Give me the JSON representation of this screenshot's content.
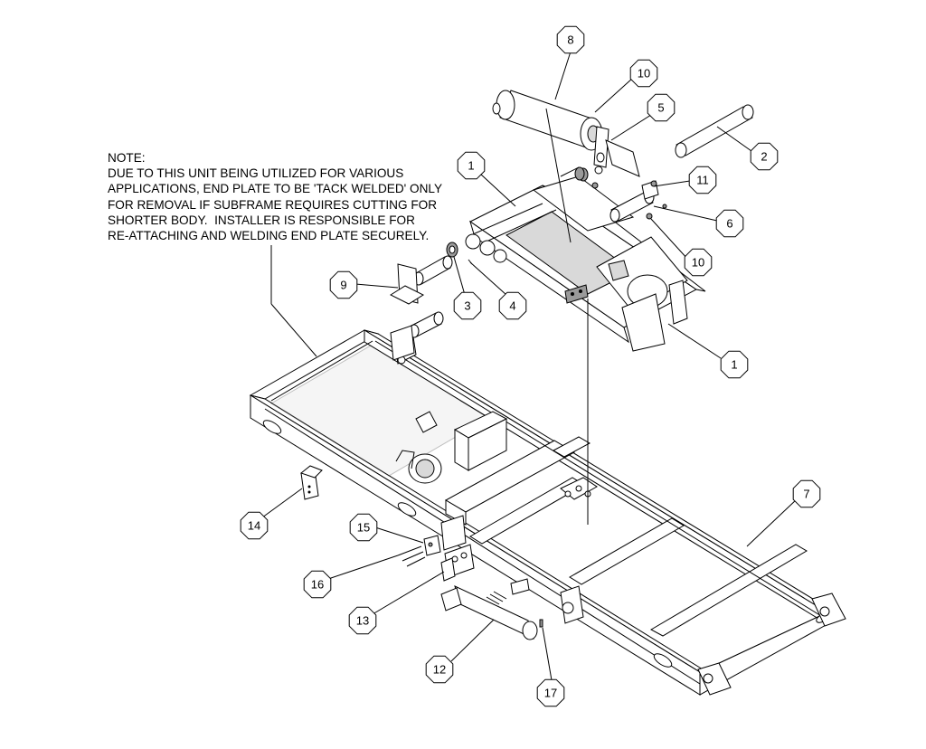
{
  "note": {
    "lines": [
      "NOTE:",
      "DUE TO THIS UNIT BEING UTILIZED FOR VARIOUS",
      "APPLICATIONS, END PLATE TO BE 'TACK WELDED' ONLY",
      "FOR REMOVAL IF SUBFRAME REQUIRES CUTTING FOR",
      "SHORTER BODY.  INSTALLER IS RESPONSIBLE FOR",
      "RE-ATTACHING AND WELDING END PLATE SECURELY."
    ]
  },
  "callouts": [
    {
      "label": "8"
    },
    {
      "label": "10"
    },
    {
      "label": "5"
    },
    {
      "label": "2"
    },
    {
      "label": "1"
    },
    {
      "label": "11"
    },
    {
      "label": "6"
    },
    {
      "label": "10"
    },
    {
      "label": "9"
    },
    {
      "label": "3"
    },
    {
      "label": "4"
    },
    {
      "label": "1"
    },
    {
      "label": "7"
    },
    {
      "label": "14"
    },
    {
      "label": "15"
    },
    {
      "label": "16"
    },
    {
      "label": "13"
    },
    {
      "label": "12"
    },
    {
      "label": "17"
    }
  ]
}
